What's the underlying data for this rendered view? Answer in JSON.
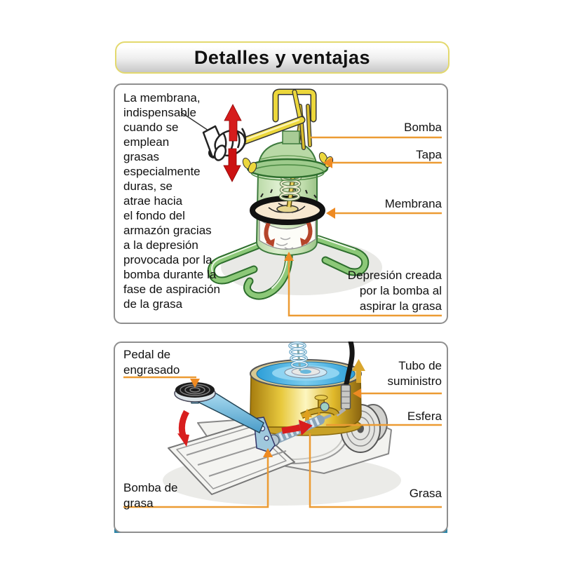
{
  "title": "Detalles y ventajas",
  "top_panel": {
    "description_lines": [
      "La membrana,",
      "indispensable",
      "cuando se",
      "emplean",
      "grasas",
      "especialmente",
      "duras, se",
      "atrae hacia",
      "el fondo del",
      "armazón gracias",
      "a la depresión",
      "provocada por la",
      "bomba durante la",
      "fase de aspiración",
      "de la grasa"
    ],
    "labels": {
      "bomba": "Bomba",
      "tapa": "Tapa",
      "membrana": "Membrana",
      "depresion_lines": [
        "Depresión creada",
        "por la bomba al",
        "aspirar la grasa"
      ]
    }
  },
  "bottom_panel": {
    "labels": {
      "pedal_lines": [
        "Pedal de",
        "engrasado"
      ],
      "tubo_lines": [
        "Tubo de",
        "suministro"
      ],
      "esfera": "Esfera",
      "bomba_grasa_lines": [
        "Bomba de",
        "grasa"
      ],
      "grasa": "Grasa"
    }
  },
  "colors": {
    "leader_line_orange": "#ec9b33",
    "arrowhead_orange": "#ee8a22",
    "pump_red_arrow": "#d61c1c",
    "flow_gold_arrow": "#d9a62e",
    "corner_teal": "#2e86a8",
    "banner_border_yellow": "#e3d96e",
    "panel_border_gray": "#8f8f8f"
  }
}
